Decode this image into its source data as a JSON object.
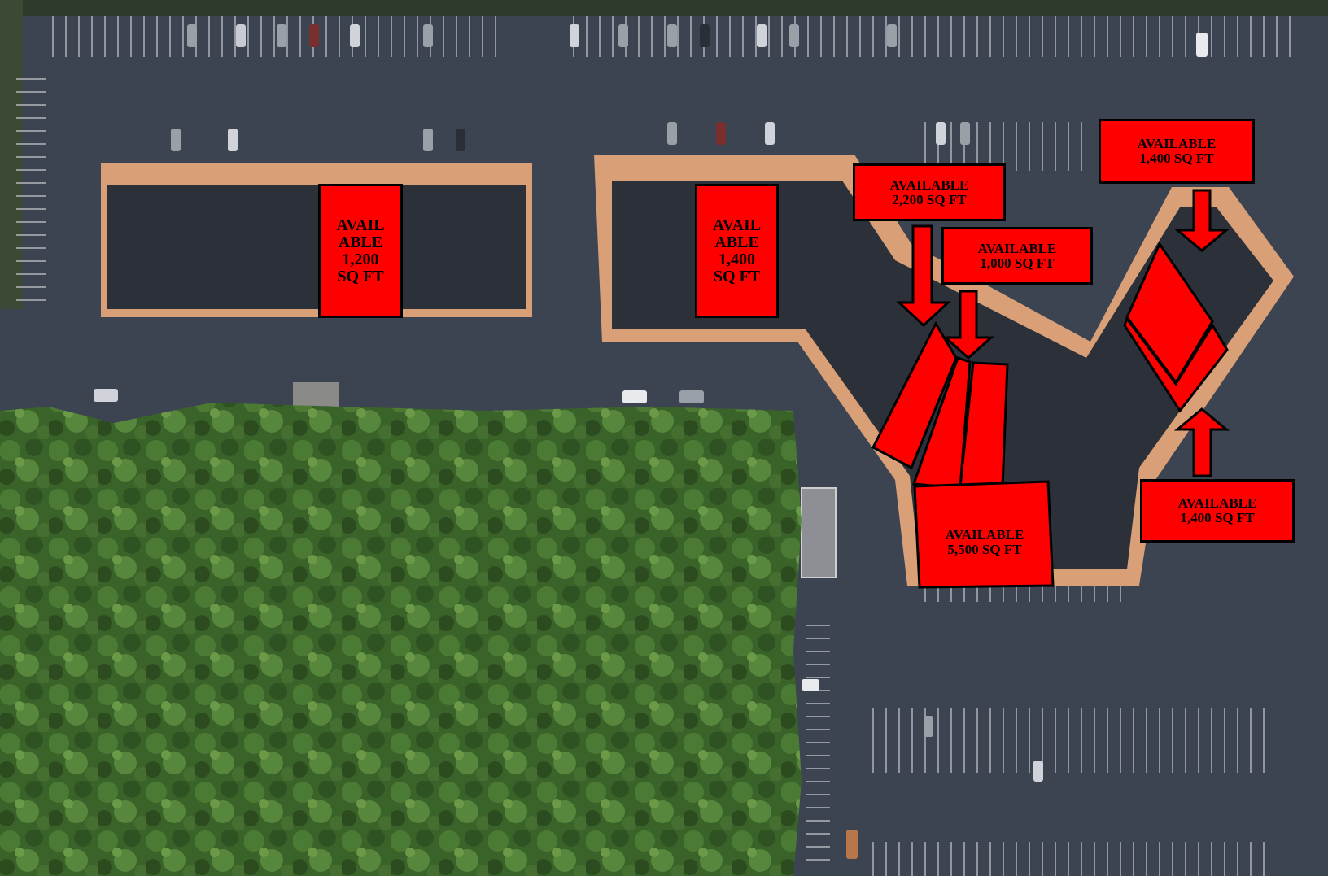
{
  "map": {
    "labels": [
      {
        "id": "unit-a",
        "lines": [
          "AVAIL",
          "ABLE",
          "1,200",
          "SQ FT"
        ]
      },
      {
        "id": "unit-b",
        "lines": [
          "AVAIL",
          "ABLE",
          "1,400",
          "SQ FT"
        ]
      },
      {
        "id": "unit-c",
        "lines": [
          "AVAILABLE",
          "2,200 SQ FT"
        ]
      },
      {
        "id": "unit-d",
        "lines": [
          "AVAILABLE",
          "1,000 SQ FT"
        ]
      },
      {
        "id": "unit-e",
        "lines": [
          "AVAILABLE",
          "1,400 SQ FT"
        ]
      },
      {
        "id": "unit-f",
        "lines": [
          "AVAILABLE",
          "5,500 SQ FT"
        ]
      },
      {
        "id": "unit-g",
        "lines": [
          "AVAILABLE",
          "1,400 SQ FT"
        ]
      }
    ],
    "colors": {
      "highlight": "#ff0000",
      "outline": "#000000",
      "asphalt": "#3c4452",
      "roof": "#2c3038",
      "building_edge": "#d9a078",
      "trees": "#3f6a2e"
    }
  }
}
